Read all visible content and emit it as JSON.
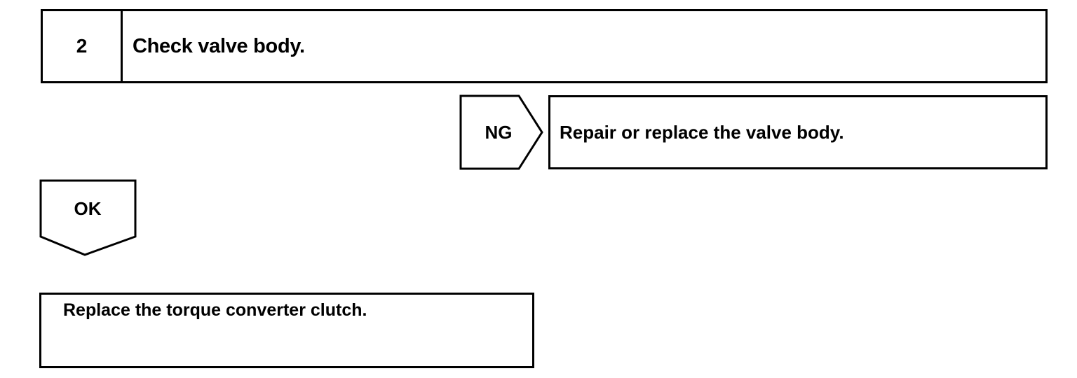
{
  "step": {
    "number": "2",
    "title": "Check valve body."
  },
  "ng_branch": {
    "label": "NG",
    "action": "Repair or replace the valve body."
  },
  "ok_branch": {
    "label": "OK",
    "action": "Replace the torque converter clutch."
  }
}
